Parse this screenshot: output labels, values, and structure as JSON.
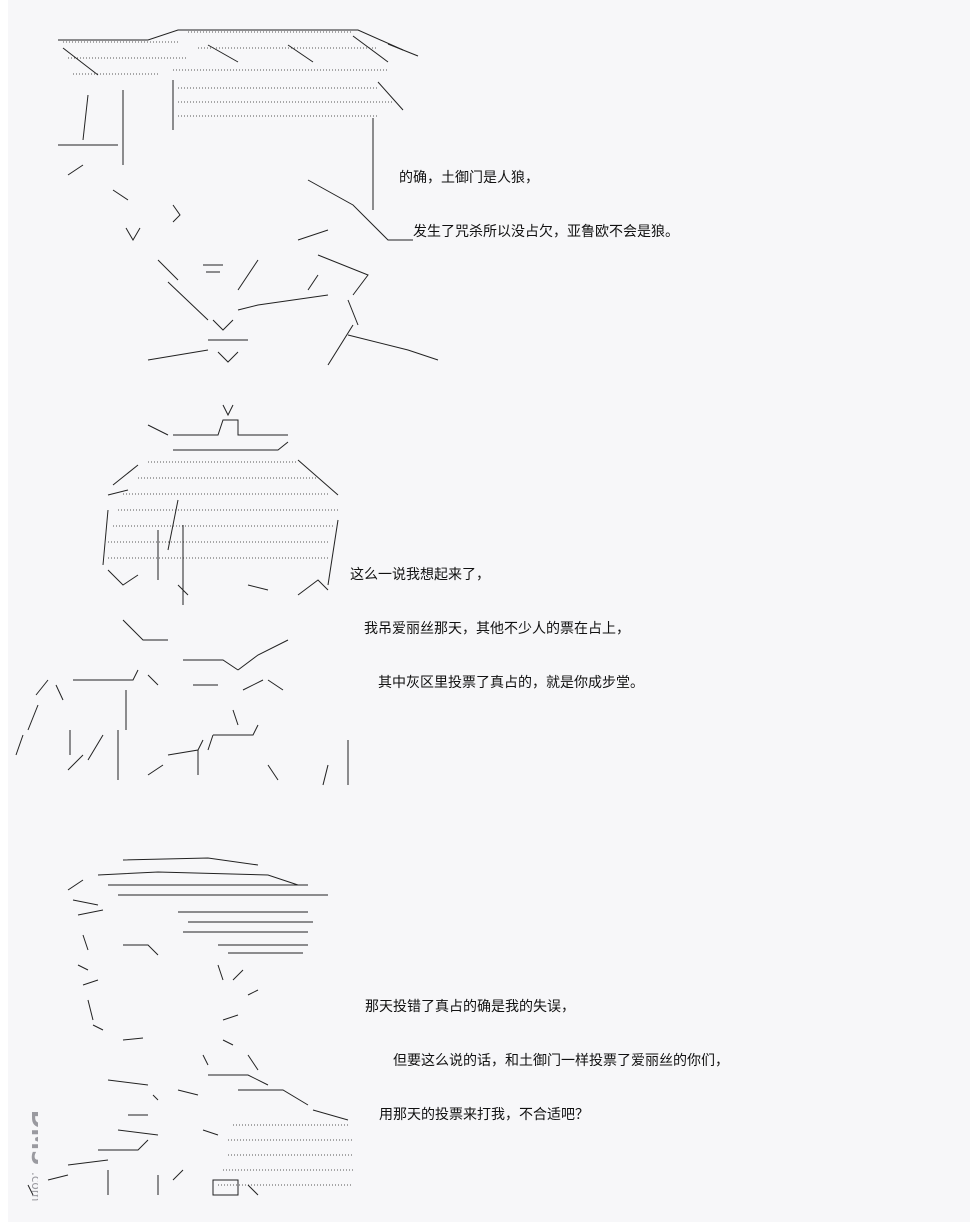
{
  "panels": [
    {
      "lines": [
        "的确，土御门是人狼，",
        "　发生了咒杀所以没占欠，亚鲁欧不会是狼。"
      ]
    },
    {
      "lines": [
        "这么一说我想起来了，",
        "　我吊爱丽丝那天，其他不少人的票在占上，",
        "　　其中灰区里投票了真占的，就是你成步堂。"
      ]
    },
    {
      "lines": [
        "那天投错了真占的确是我的失误，",
        "　　但要这么说的话，和土御门一样投票了爱丽丝的你们，",
        "　用那天的投票来打我，不合适吧？"
      ]
    }
  ],
  "watermark": {
    "brand": "DM5",
    "suffix": ".com"
  }
}
